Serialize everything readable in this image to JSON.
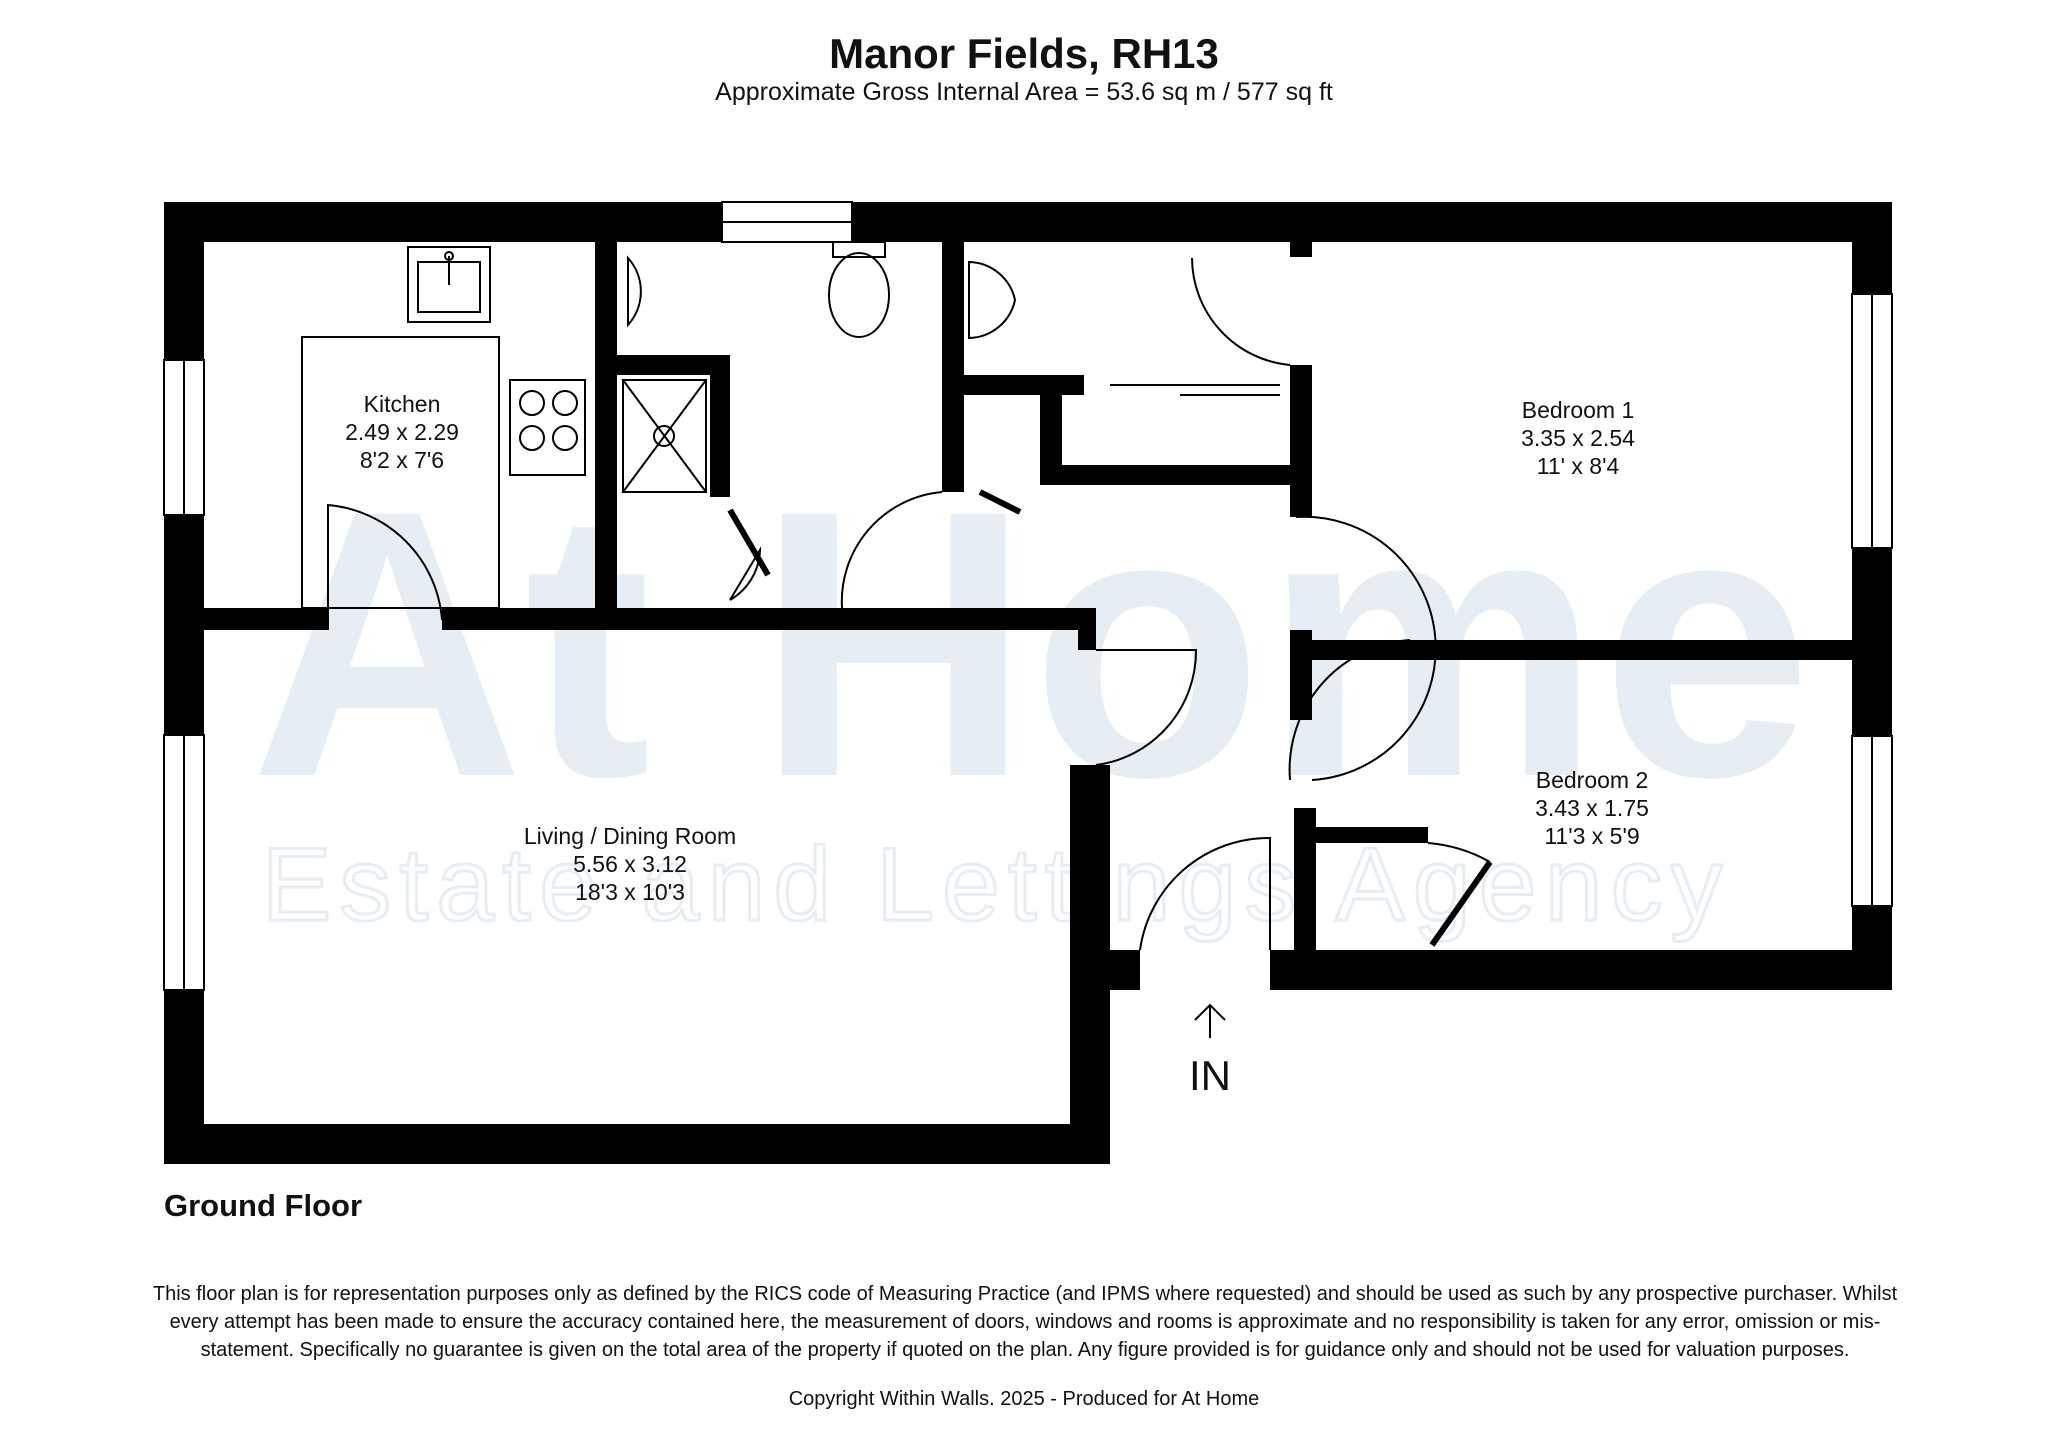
{
  "header": {
    "title": "Manor Fields, RH13",
    "subtitle": "Approximate Gross Internal Area = 53.6 sq m / 577 sq ft"
  },
  "watermark": {
    "brand": "At Home",
    "tagline": "Estate and Lettings Agency"
  },
  "rooms": {
    "kitchen": {
      "name": "Kitchen",
      "metric": "2.49 x 2.29",
      "imperial": "8'2 x 7'6"
    },
    "bedroom1": {
      "name": "Bedroom 1",
      "metric": "3.35 x 2.54",
      "imperial": "11' x 8'4"
    },
    "bedroom2": {
      "name": "Bedroom 2",
      "metric": "3.43 x 1.75",
      "imperial": "11'3 x 5'9"
    },
    "living": {
      "name": "Living / Dining Room",
      "metric": "5.56 x 3.12",
      "imperial": "18'3 x 10'3"
    }
  },
  "entrance": {
    "label": "IN"
  },
  "floor_label": "Ground Floor",
  "disclaimer": "This floor plan is for representation purposes only as defined by the RICS code of Measuring Practice (and IPMS where requested) and should be used as such by any prospective purchaser. Whilst every attempt has been made to ensure the accuracy contained here, the measurement of doors, windows and rooms is approximate and no responsibility is taken for any error, omission or mis-statement. Specifically no guarantee is given on the total area of the property if quoted on the plan. Any figure provided is for guidance only and should not be used for valuation purposes.",
  "copyright": "Copyright Within Walls. 2025 - Produced for At Home",
  "colors": {
    "wall": "#000000",
    "watermark": "#e6eef4",
    "background": "#ffffff"
  }
}
